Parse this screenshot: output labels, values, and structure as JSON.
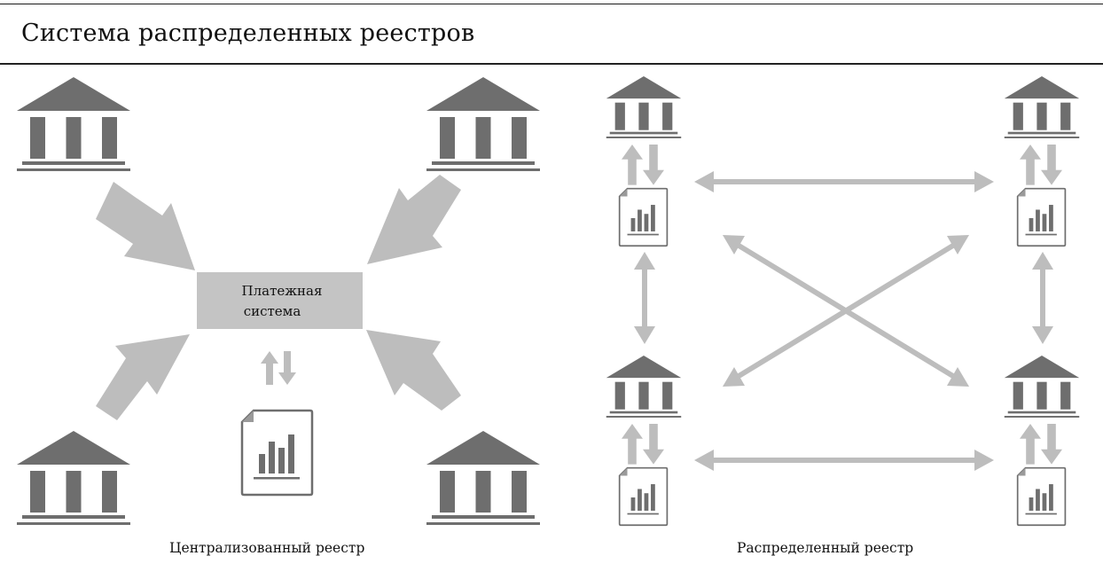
{
  "header": {
    "title": "Система распределенных реестров"
  },
  "centralized": {
    "hub_line1": "Платежная",
    "hub_line2": "система",
    "caption": "Централизованный реестр"
  },
  "distributed": {
    "caption": "Распределенный реестр"
  },
  "colors": {
    "bank": "#6e6e6e",
    "arrow": "#bdbdbd",
    "hub": "#c4c4c4",
    "doc": "#6e6e6e"
  },
  "icons": {
    "bank": "bank-icon",
    "document": "report-document-icon",
    "exchange": "up-down-arrows-icon"
  }
}
